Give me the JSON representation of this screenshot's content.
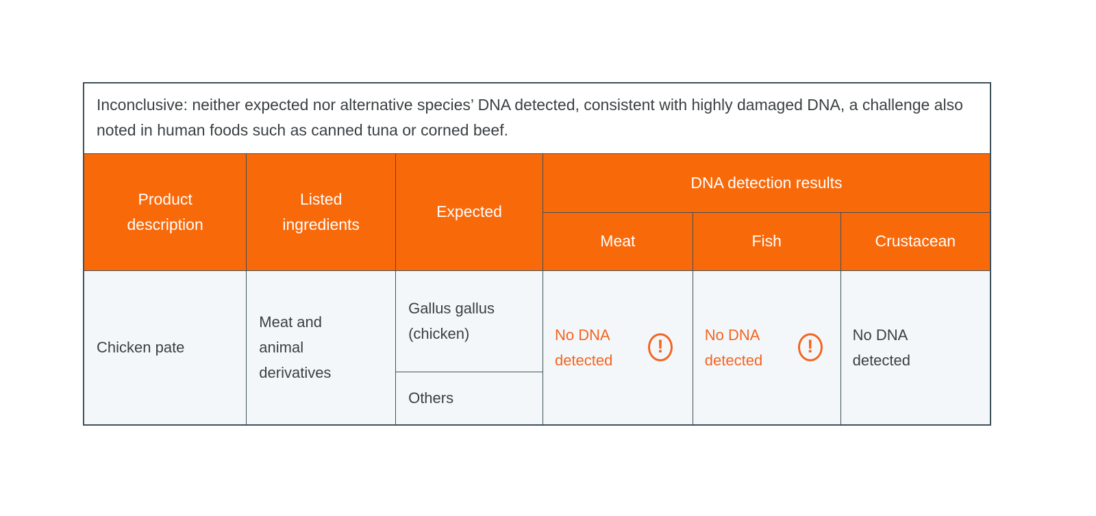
{
  "note": {
    "text": "Inconclusive: neither expected nor alternative species’ DNA detected, consistent with highly damaged DNA, a challenge also noted in human foods such as canned tuna or corned beef."
  },
  "table": {
    "headers": {
      "product_description": "Product description",
      "listed_ingredients": "Listed ingredients",
      "expected": "Expected",
      "dna_detection_results": "DNA detection results",
      "sub": {
        "meat": "Meat",
        "fish": "Fish",
        "crustacean": "Crustacean"
      }
    },
    "row": {
      "product_description": "Chicken pate",
      "listed_ingredients": "Meat and animal derivatives",
      "expected_primary": "Gallus gallus (chicken)",
      "expected_secondary": "Others",
      "results": {
        "meat": {
          "text": "No DNA detected",
          "status": "warning"
        },
        "fish": {
          "text": "No DNA detected",
          "status": "warning"
        },
        "crustacean": {
          "text": "No DNA detected",
          "status": "plain"
        }
      }
    }
  },
  "icons": {
    "warning_glyph": "!"
  },
  "colors": {
    "header_orange": "#f8690a",
    "result_orange": "#f4641e",
    "border_slate": "#3d4f59",
    "cell_background": "#f4f7fa",
    "text_dark": "#3a3f42"
  }
}
